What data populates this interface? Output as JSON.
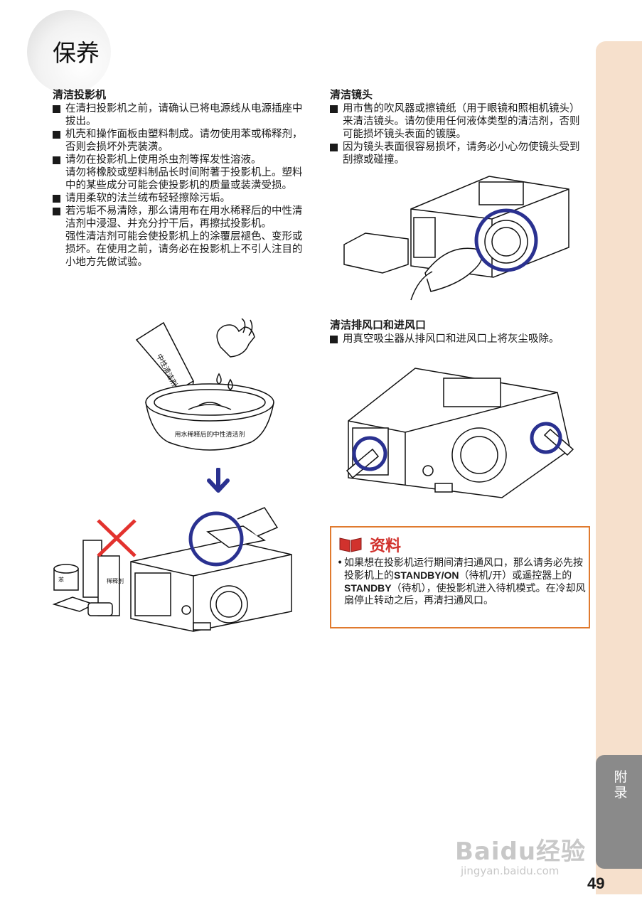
{
  "header": {
    "title": "保养"
  },
  "sections": {
    "clean_projector": {
      "title": "清洁投影机",
      "items": [
        "在清扫投影机之前，请确认已将电源线从电源插座中拔出。",
        "机壳和操作面板由塑料制成。请勿使用苯或稀释剂，否则会损坏外壳装潢。",
        "请勿在投影机上使用杀虫剂等挥发性溶液。",
        "请用柔软的法兰绒布轻轻擦除污垢。",
        "若污垢不易清除，那么请用布在用水稀释后的中性清洁剂中浸湿、并充分拧干后，再擦拭投影机。"
      ],
      "sub3": "请勿将橡胶或塑料制品长时间附著于投影机上。塑料中的某些成分可能会使投影机的质量或装潢受损。",
      "sub5": "强性清洁剂可能会使投影机上的涂覆层褪色、变形或损坏。在使用之前，请务必在投影机上不引人注目的小地方先做试验。"
    },
    "clean_lens": {
      "title": "清洁镜头",
      "items": [
        "用市售的吹风器或擦镜纸（用于眼镜和照相机镜头）来清洁镜头。请勿使用任何液体类型的清洁剂，否则可能损坏镜头表面的镀膜。",
        "因为镜头表面很容易损坏，请务必小心勿使镜头受到刮擦或碰撞。"
      ]
    },
    "clean_vents": {
      "title": "清洁排风口和进风口",
      "items": [
        "用真空吸尘器从排风口和进风口上将灰尘吸除。"
      ]
    }
  },
  "illustration": {
    "basin_label": "用水稀释后的中性清洁剂",
    "tube_label": "中性清洁剂",
    "can_label": "稀释剂",
    "can2_label": "苯"
  },
  "note": {
    "title": "资料",
    "text_1": "如果想在投影机运行期间清扫通风口，那么请务必先按投影机上的",
    "key_1": "STANDBY/ON",
    "text_2": "（待机/开）或遥控器上的",
    "key_2": "STANDBY",
    "text_3": "（待机），使投影机进入待机模式。在冷却风扇停止转动之后，再清扫通风口。"
  },
  "side_tab": {
    "label_1": "附",
    "label_2": "录"
  },
  "page_number": "49",
  "watermark": {
    "logo": "Baidu经验",
    "url": "jingyan.baidu.com"
  },
  "colors": {
    "accent_orange": "#e07a2e",
    "note_red": "#d1322d",
    "circle_blue": "#2a3190",
    "sidebar": "#f6e0cc",
    "tab_gray": "#8a8a8a"
  }
}
